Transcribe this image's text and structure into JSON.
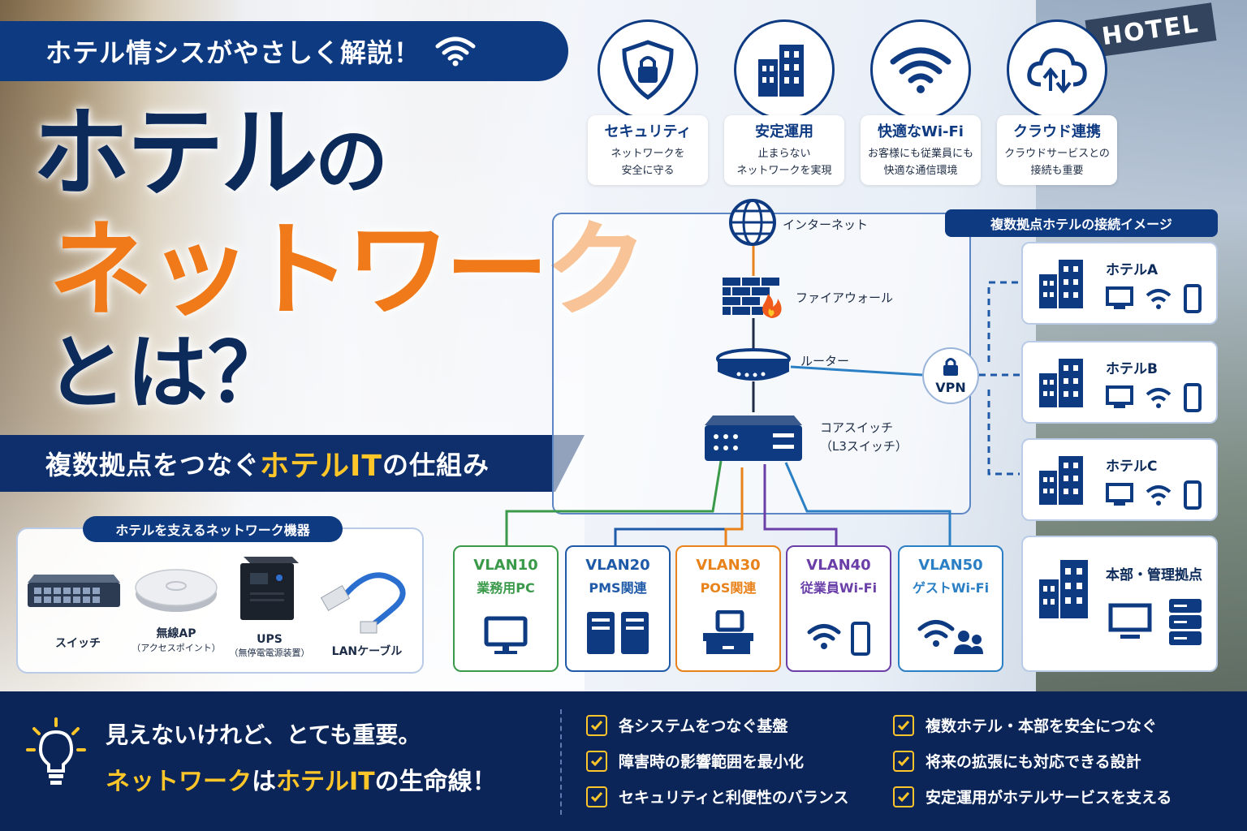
{
  "header": {
    "pill_text": "ホテル情シスがやさしく解説！"
  },
  "title": {
    "line1": "ホテル",
    "line1_suffix": "の",
    "line2": "ネットワーク",
    "line3": "とは？"
  },
  "subtitle": {
    "before": "複数拠点をつなぐ",
    "highlight": "ホテルIT",
    "after": "の仕組み"
  },
  "hotel_sign": "HOTEL",
  "devices": {
    "tag": "ホテルを支えるネットワーク機器",
    "items": [
      {
        "label": "スイッチ",
        "sub": ""
      },
      {
        "label": "無線AP",
        "sub": "（アクセスポイント）"
      },
      {
        "label": "UPS",
        "sub": "（無停電電源装置）"
      },
      {
        "label": "LANケーブル",
        "sub": ""
      }
    ]
  },
  "features": [
    {
      "title": "セキュリティ",
      "line1": "ネットワークを",
      "line2": "安全に守る",
      "icon": "shield-lock-icon"
    },
    {
      "title": "安定運用",
      "line1": "止まらない",
      "line2": "ネットワークを実現",
      "icon": "building-icon"
    },
    {
      "title": "快適なWi-Fi",
      "line1": "お客様にも従業員にも",
      "line2": "快適な通信環境",
      "icon": "wifi-icon"
    },
    {
      "title": "クラウド連携",
      "line1": "クラウドサービスとの",
      "line2": "接続も重要",
      "icon": "cloud-sync-icon"
    }
  ],
  "network": {
    "internet": "インターネット",
    "firewall": "ファイアウォール",
    "router": "ルーター",
    "core_switch": "コアスイッチ",
    "core_switch_sub": "（L3スイッチ）"
  },
  "vlans": [
    {
      "name": "VLAN10",
      "desc": "業務用PC",
      "color": "#3a9a4a"
    },
    {
      "name": "VLAN20",
      "desc": "PMS関連",
      "color": "#1f5aa8"
    },
    {
      "name": "VLAN30",
      "desc": "POS関連",
      "color": "#e8821a"
    },
    {
      "name": "VLAN40",
      "desc": "従業員Wi-Fi",
      "color": "#6a3fa8"
    },
    {
      "name": "VLAN50",
      "desc": "ゲストWi-Fi",
      "color": "#2b7fc4"
    }
  ],
  "multi_site": {
    "tag": "複数拠点ホテルの接続イメージ",
    "vpn": "VPN",
    "sites": [
      {
        "name": "ホテルA"
      },
      {
        "name": "ホテルB"
      },
      {
        "name": "ホテルC"
      },
      {
        "name": "本部・管理拠点"
      }
    ]
  },
  "footer": {
    "line1": "見えないけれど、とても重要。",
    "line2_a": "ネットワーク",
    "line2_b": "は",
    "line2_c": "ホテルIT",
    "line2_d": "の生命線！",
    "checks_left": [
      "各システムをつなぐ基盤",
      "障害時の影響範囲を最小化",
      "セキュリティと利便性のバランス"
    ],
    "checks_right": [
      "複数ホテル・本部を安全につなぐ",
      "将来の拡張にも対応できる設計",
      "安定運用がホテルサービスを支える"
    ]
  },
  "colors": {
    "navy": "#0e3a82",
    "orange": "#f07a1a",
    "yellow": "#ffc629",
    "dark_navy": "#0b2558"
  }
}
